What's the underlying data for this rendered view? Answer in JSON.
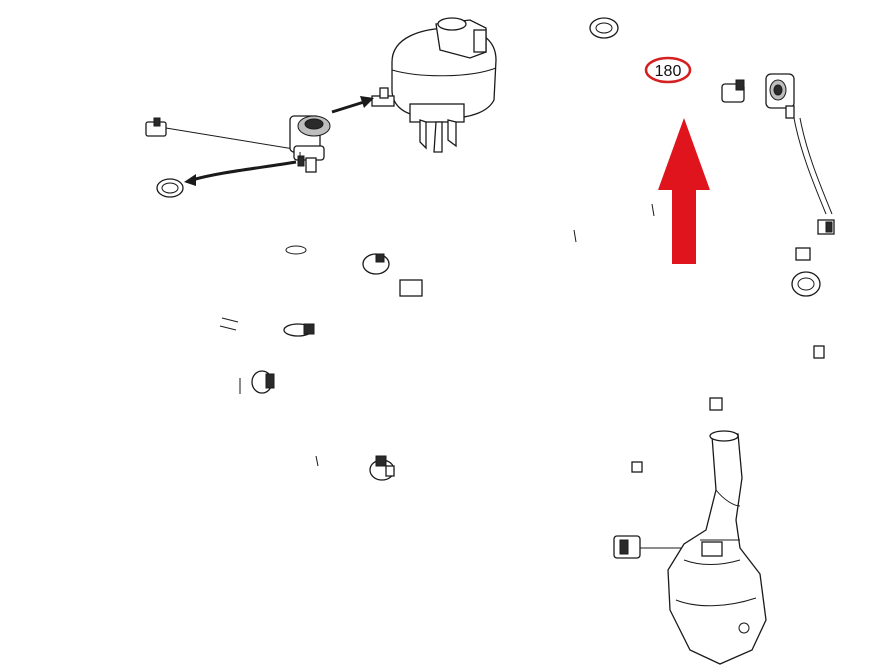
{
  "callout": {
    "label": "180",
    "ring_color": "#d42020"
  },
  "highlight_arrow": {
    "color": "#e0141c"
  },
  "parts": {
    "expansion_tank": "expansion-tank",
    "pump": "auxiliary-coolant-pump",
    "washer_reservoir": "reservoir-tank"
  }
}
